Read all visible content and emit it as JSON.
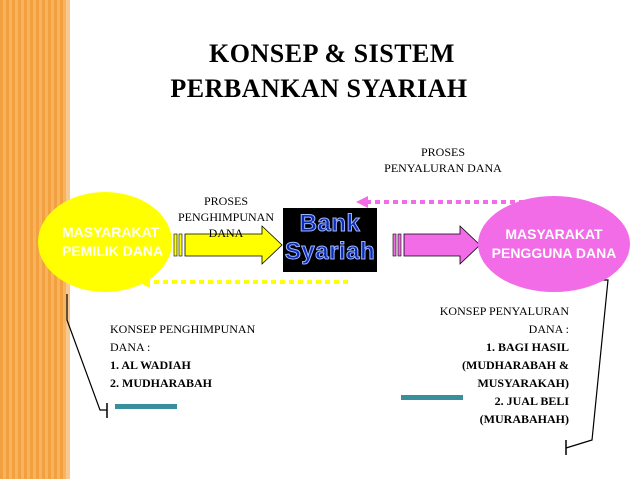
{
  "title": {
    "line1": "KONSEP & SISTEM",
    "line2": "PERBANKAN SYARIAH"
  },
  "labels": {
    "proses_penyaluran": [
      "PROSES",
      "PENYALURAN DANA"
    ],
    "proses_penghimpunan": [
      "PROSES",
      "PENGHIMPUNAN",
      "DANA"
    ]
  },
  "nodes": {
    "pemilik_dana": [
      "MASYARAKAT",
      "PEMILIK DANA"
    ],
    "bank": [
      "Bank",
      "Syariah"
    ],
    "pengguna_dana": [
      "MASYARAKAT",
      "PENGGUNA DANA"
    ]
  },
  "konsep_penghimpunan": {
    "heading": [
      "KONSEP PENGHIMPUNAN",
      "DANA :"
    ],
    "items": [
      "1.  AL WADIAH",
      "2.  MUDHARABAH"
    ]
  },
  "konsep_penyaluran": {
    "heading": [
      "KONSEP PENYALURAN",
      "DANA :"
    ],
    "items": [
      "1.  BAGI HASIL",
      "(MUDHARABAH &",
      "MUSYARAKAH)",
      "2.  JUAL BELI",
      "(MURABAHAH)"
    ]
  },
  "colors": {
    "stripe": "#f2a040",
    "yellow": "#ffff00",
    "pink": "#f26ce8",
    "teal": "#3a8f9e",
    "bank_text": "#0a2cb6"
  }
}
